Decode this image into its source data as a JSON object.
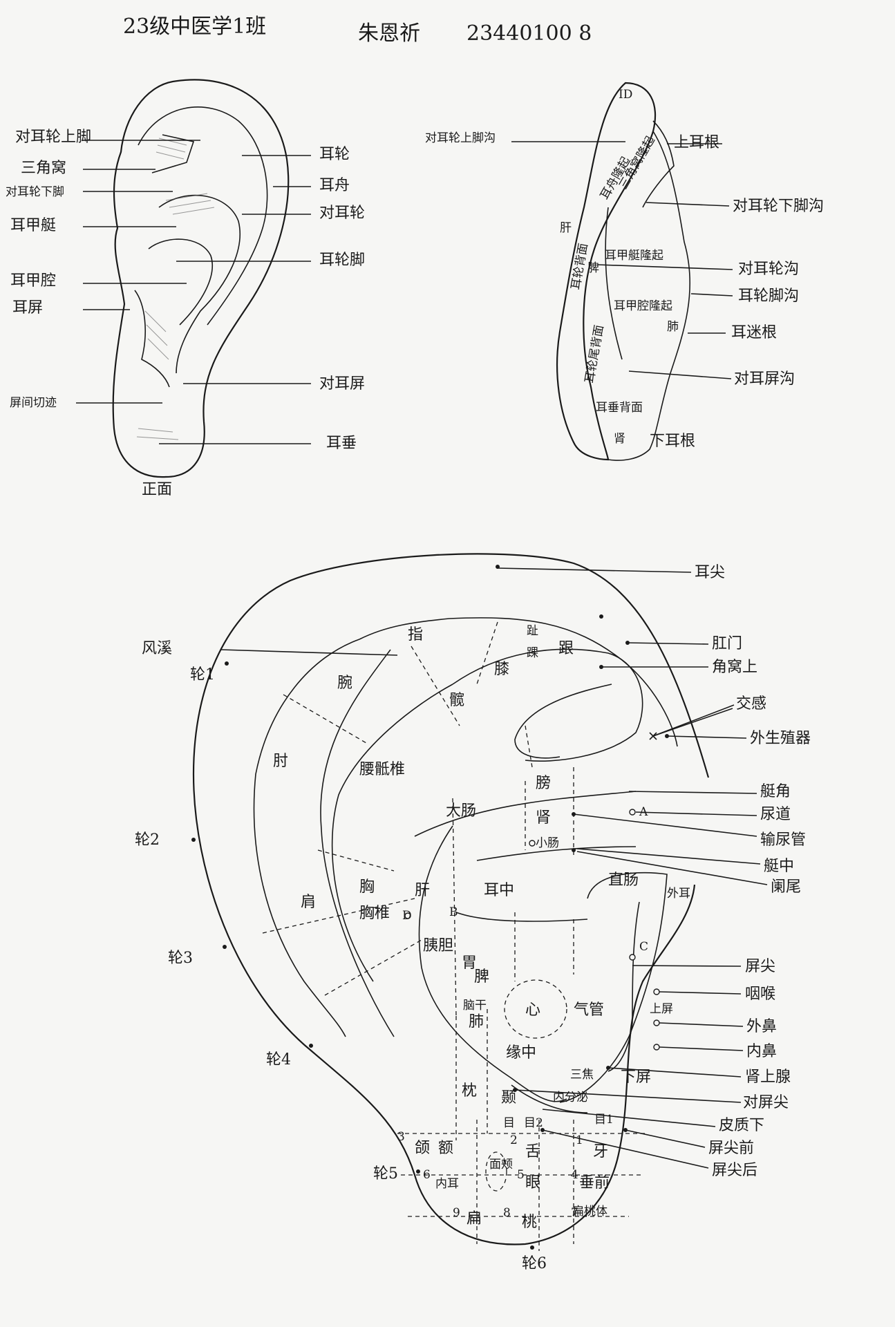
{
  "header": {
    "class_name": "23级中医学1班",
    "student_name": "朱恩祈",
    "student_id": "23440100 8"
  },
  "front_view": {
    "caption": "正面",
    "labels_left": [
      "对耳轮上脚",
      "三角窝",
      "对耳轮下脚",
      "耳甲艇",
      "耳甲腔",
      "耳屏",
      "屏间切迹"
    ],
    "labels_right": [
      "耳轮",
      "耳舟",
      "对耳轮",
      "耳轮脚",
      "对耳屏",
      "耳垂"
    ]
  },
  "back_view": {
    "top_mark": "ID",
    "labels_left": [
      "对耳轮上脚沟"
    ],
    "labels_right": [
      "上耳根",
      "对耳轮下脚沟",
      "对耳轮沟",
      "耳轮脚沟",
      "耳迷根",
      "对耳屏沟"
    ],
    "inner_labels": [
      "耳舟隆起",
      "三角窝隆起",
      "耳甲艇隆起",
      "耳甲腔隆起",
      "耳轮背面",
      "耳轮尾背面",
      "耳垂背面",
      "下耳根",
      "肝",
      "脾",
      "肺",
      "肾"
    ]
  },
  "point_map": {
    "top_label": "耳尖",
    "right_labels": [
      "肛门",
      "角窝上",
      "交感",
      "外生殖器",
      "艇角",
      "尿道",
      "输尿管",
      "艇中",
      "阑尾",
      "屏尖",
      "咽喉",
      "外鼻",
      "内鼻",
      "肾上腺",
      "对屏尖",
      "皮质下",
      "屏尖前",
      "屏尖后"
    ],
    "left_labels": [
      "风溪",
      "轮1",
      "轮2",
      "轮3",
      "轮4",
      "轮5",
      "轮6"
    ],
    "regions": [
      "指",
      "趾",
      "跟",
      "踝",
      "膝",
      "腕",
      "髋",
      "肘",
      "腰骶椎",
      "膀",
      "肾",
      "肩",
      "胸",
      "胸椎",
      "肝",
      "耳中",
      "小肠",
      "大肠",
      "直肠",
      "外耳",
      "上屏",
      "下屏",
      "胰胆",
      "胃",
      "脑干",
      "心",
      "气管",
      "缘中",
      "三焦",
      "内分泌",
      "枕",
      "颞",
      "额",
      "目",
      "目1",
      "目2",
      "牙",
      "舌",
      "颌",
      "面颊",
      "眼",
      "内耳",
      "垂前",
      "扁",
      "桃",
      "扁桃体",
      "肺",
      "脾"
    ],
    "marks": [
      "A",
      "B",
      "C",
      "D"
    ],
    "numbers": [
      "1",
      "2",
      "3",
      "4",
      "5",
      "6",
      "7",
      "8",
      "9"
    ]
  }
}
